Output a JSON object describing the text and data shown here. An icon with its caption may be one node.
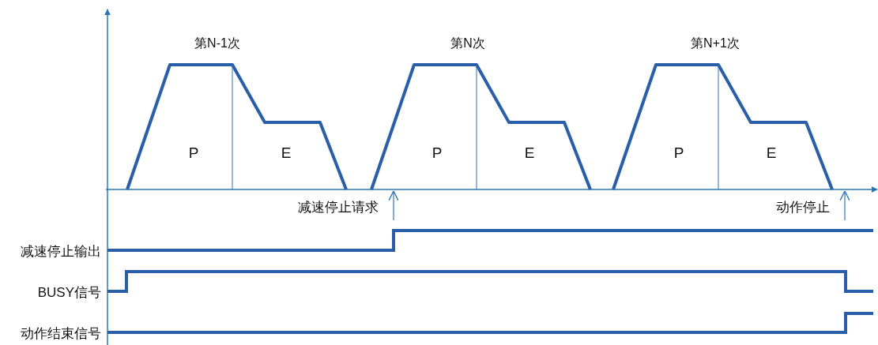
{
  "diagram": {
    "labels": [
      "第N-1次",
      "第N次",
      "第N+1次",
      "P",
      "E",
      "P",
      "E",
      "P",
      "E",
      "减速停止请求",
      "动作停止",
      "减速停止输出",
      "BUSY信号",
      "动作结束信号"
    ]
  }
}
